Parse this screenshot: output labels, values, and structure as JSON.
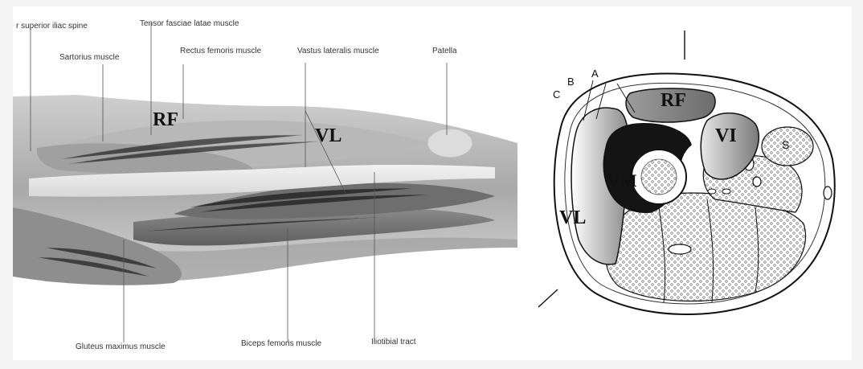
{
  "left_panel": {
    "callouts": {
      "asis": "r superior iliac spine",
      "tensor": "Tensor fasciae latae muscle",
      "sartorius": "Sartorius muscle",
      "rectus": "Rectus femoris muscle",
      "vastus": "Vastus lateralis muscle",
      "patella": "Patella",
      "gluteus": "Gluteus maximus muscle",
      "biceps": "Biceps femoris muscle",
      "iliotibial": "Iliotibial tract"
    },
    "overlays": {
      "rf": "RF",
      "vl": "VL"
    }
  },
  "right_panel": {
    "layer_labels": {
      "a": "A",
      "b": "B",
      "c": "C"
    },
    "muscle_labels": {
      "rf": "RF",
      "vi": "VI",
      "vm": "VM",
      "vl": "VL",
      "s": "S"
    }
  }
}
